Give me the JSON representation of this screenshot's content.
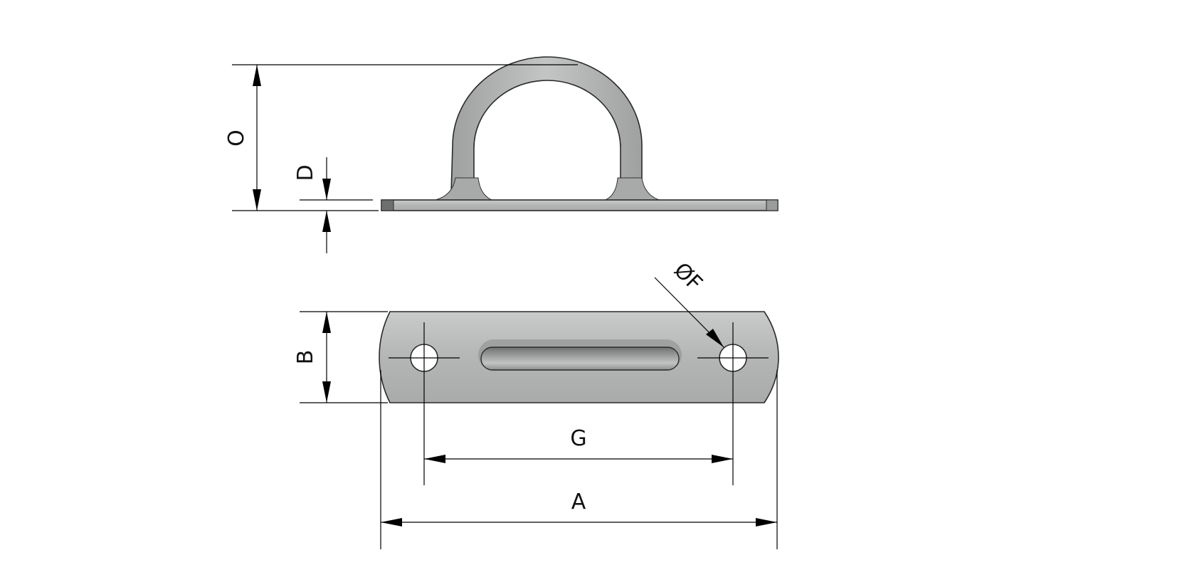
{
  "labels": {
    "O": "O",
    "D": "D",
    "B": "B",
    "F": "ØF",
    "G": "G",
    "A": "A"
  },
  "colors": {
    "metal": "#b7b9b8",
    "metal_dark": "#8e908f",
    "metal_light": "#d6d8d7",
    "line": "#000000",
    "background": "#ffffff"
  }
}
